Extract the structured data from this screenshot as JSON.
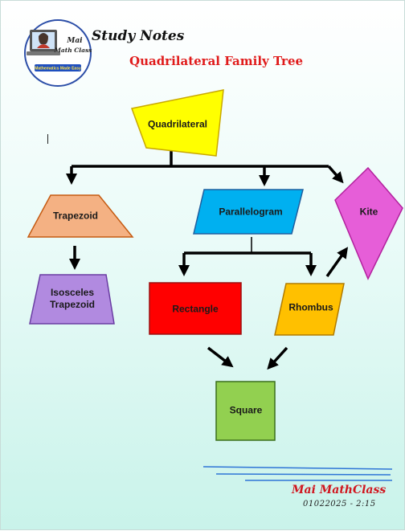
{
  "header": {
    "logo": {
      "brand_line1": "Mai",
      "brand_line2": "Math Class",
      "tagline": "Mathematics Made Easy"
    },
    "study_notes": "Study Notes",
    "title": "Quadrilateral Family Tree"
  },
  "nodes": {
    "quadrilateral": "Quadrilateral",
    "trapezoid": "Trapezoid",
    "parallelogram": "Parallelogram",
    "kite": "Kite",
    "isosceles_line1": "Isosceles",
    "isosceles_line2": "Trapezoid",
    "rectangle": "Rectangle",
    "rhombus": "Rhombus",
    "square": "Square"
  },
  "colors": {
    "quadrilateral": "#ffff00",
    "trapezoid": "#f4b183",
    "parallelogram": "#00b0f0",
    "kite": "#e65ed8",
    "isosceles_trapezoid": "#b18ae0",
    "rectangle": "#ff0000",
    "rhombus": "#ffc000",
    "square": "#92d050",
    "signature": "#d0161f",
    "rule_lines": "#2e75d6"
  },
  "footer": {
    "signature": "Mai MathClass",
    "date": "01022025 - 2:15"
  }
}
